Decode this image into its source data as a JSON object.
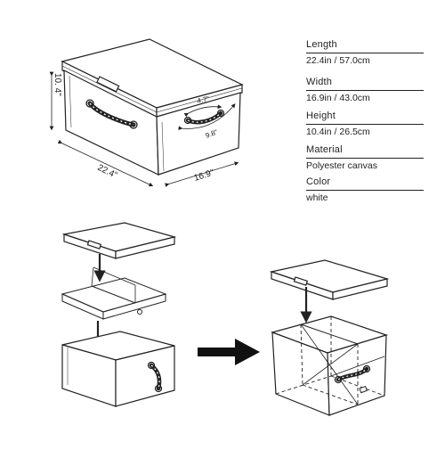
{
  "dimensions": {
    "height": "10. 4\"",
    "length": "22.4\"",
    "width": "16.9\"",
    "handle_inner": "4.7\"",
    "handle_outer": "9.8\""
  },
  "specs": [
    {
      "label": "Length",
      "value": "22.4in / 57.0cm"
    },
    {
      "label": "Width",
      "value": "16.9in / 43.0cm"
    },
    {
      "label": "Height",
      "value": "10.4in / 26.5cm"
    },
    {
      "label": "Material",
      "value": "Polyester canvas"
    },
    {
      "label": "Color",
      "value": "white"
    }
  ]
}
